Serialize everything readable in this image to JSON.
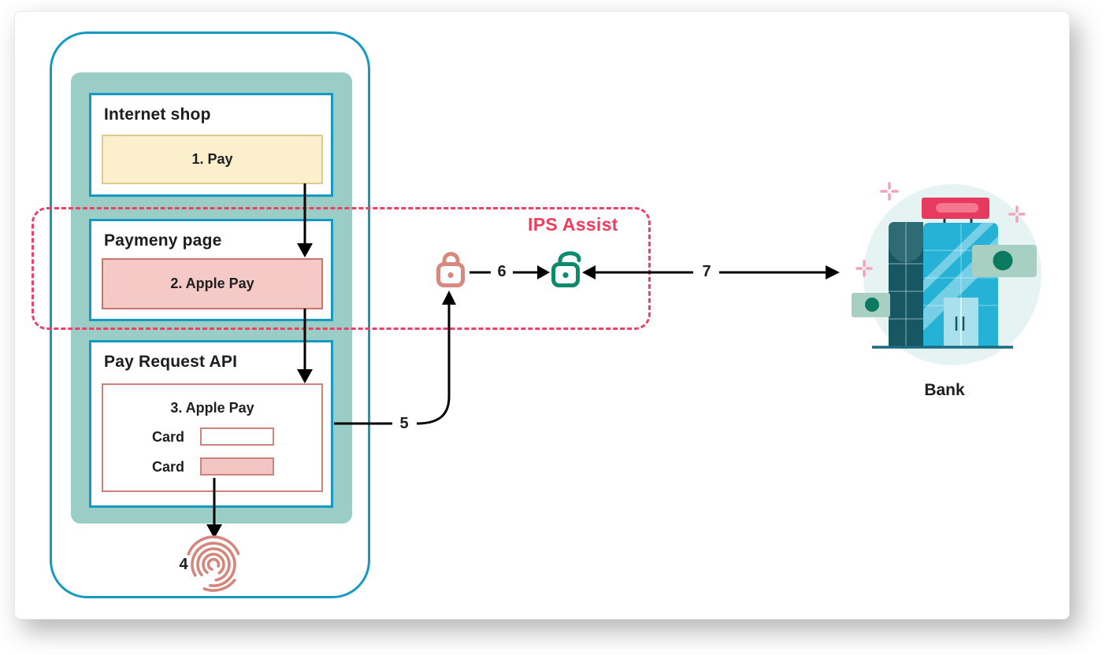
{
  "colors": {
    "cyan_border": "#1599c1",
    "sage_panel": "#9acdc5",
    "yellow_fill": "#fbf0cb",
    "yellow_border": "#e0ca8e",
    "pink_fill": "#f5c9c5",
    "pink_border": "#c9736b",
    "salmon_outline": "#cb837c",
    "ips_crimson": "#ee3d5f",
    "lock_closed_pink": "#d8897f",
    "lock_open_green": "#0b8a6e",
    "fingerprint_salmon": "#d4867c",
    "text_dark": "#1d1d1f"
  },
  "phone": {
    "internet_shop": {
      "title": "Internet shop",
      "button_label": "1. Pay"
    },
    "payment_page": {
      "title": "Paymeny page",
      "button_label": "2. Apple Pay"
    },
    "pay_request_api": {
      "title": "Pay Request API",
      "sheet_title": "3. Apple Pay",
      "rows": [
        {
          "label": "Card"
        },
        {
          "label": "Card"
        }
      ]
    }
  },
  "ips": {
    "label": "IPS Assist"
  },
  "steps": {
    "fingerprint": "4",
    "device_to_ips": "5",
    "lock_to_lock": "6",
    "ips_to_bank": "7"
  },
  "bank": {
    "label": "Bank"
  }
}
